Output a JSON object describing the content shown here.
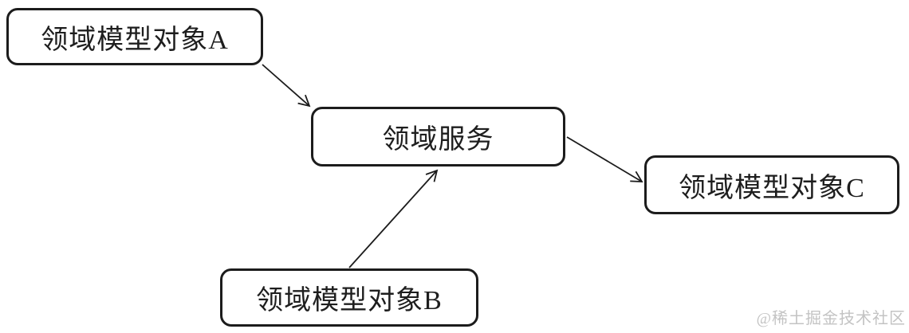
{
  "diagram": {
    "type": "flow",
    "nodes": [
      {
        "id": "A",
        "label": "领域模型对象A"
      },
      {
        "id": "service",
        "label": "领域服务"
      },
      {
        "id": "B",
        "label": "领域模型对象B"
      },
      {
        "id": "C",
        "label": "领域模型对象C"
      }
    ],
    "edges": [
      {
        "from": "A",
        "to": "service"
      },
      {
        "from": "B",
        "to": "service"
      },
      {
        "from": "service",
        "to": "C"
      }
    ],
    "colors": {
      "node_border": "#1c1c1c",
      "node_fill": "#ffffff",
      "text": "#1e1e1e",
      "arrow": "#1c1c1c",
      "watermark": "#c3c3c3",
      "background": "#ffffff"
    }
  },
  "watermark": {
    "text": "@稀土掘金技术社区"
  }
}
